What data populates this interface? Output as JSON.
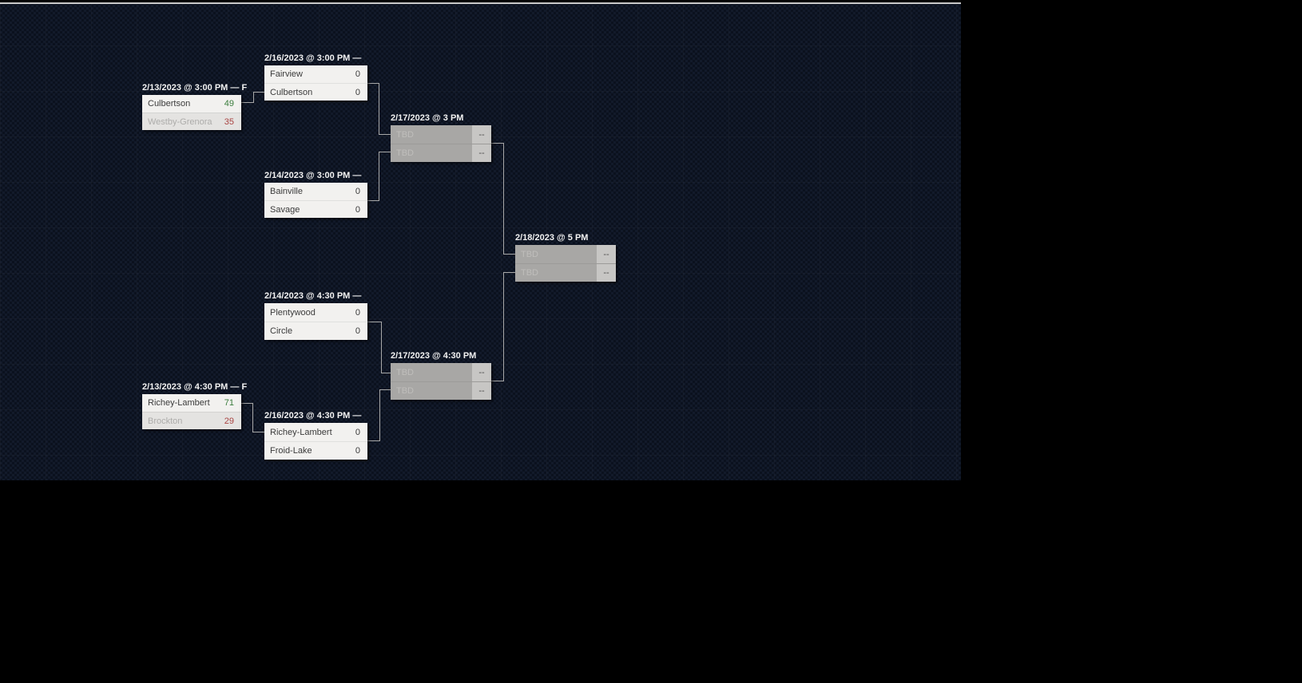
{
  "page": {
    "background_color": "#000000",
    "content_bg_base": "#0b111e",
    "content_bg_check": "#121a2a",
    "top_rule_color": "#c9c9c9",
    "connector_color": "#a8a8a8",
    "win_score_color": "#3a7d3c",
    "loss_score_color": "#a94442"
  },
  "bracket": {
    "matches": [
      {
        "datetime": "2/13/2023 @ 3:00 PM — F",
        "teams": [
          {
            "name": "Culbertson",
            "score": "49"
          },
          {
            "name": "Westby-Grenora",
            "score": "35"
          }
        ]
      },
      {
        "datetime": "2/16/2023 @ 3:00 PM —",
        "teams": [
          {
            "name": "Fairview",
            "score": "0"
          },
          {
            "name": "Culbertson",
            "score": "0"
          }
        ]
      },
      {
        "datetime": "2/14/2023 @ 3:00 PM —",
        "teams": [
          {
            "name": "Bainville",
            "score": "0"
          },
          {
            "name": "Savage",
            "score": "0"
          }
        ]
      },
      {
        "datetime": "2/17/2023 @ 3 PM",
        "teams": [
          {
            "name": "TBD",
            "score": "--"
          },
          {
            "name": "TBD",
            "score": "--"
          }
        ]
      },
      {
        "datetime": "2/18/2023 @ 5 PM",
        "teams": [
          {
            "name": "TBD",
            "score": "--"
          },
          {
            "name": "TBD",
            "score": "--"
          }
        ]
      },
      {
        "datetime": "2/14/2023 @ 4:30 PM —",
        "teams": [
          {
            "name": "Plentywood",
            "score": "0"
          },
          {
            "name": "Circle",
            "score": "0"
          }
        ]
      },
      {
        "datetime": "2/13/2023 @ 4:30 PM — F",
        "teams": [
          {
            "name": "Richey-Lambert",
            "score": "71"
          },
          {
            "name": "Brockton",
            "score": "29"
          }
        ]
      },
      {
        "datetime": "2/16/2023 @ 4:30 PM —",
        "teams": [
          {
            "name": "Richey-Lambert",
            "score": "0"
          },
          {
            "name": "Froid-Lake",
            "score": "0"
          }
        ]
      },
      {
        "datetime": "2/17/2023 @ 4:30 PM",
        "teams": [
          {
            "name": "TBD",
            "score": "--"
          },
          {
            "name": "TBD",
            "score": "--"
          }
        ]
      }
    ]
  }
}
